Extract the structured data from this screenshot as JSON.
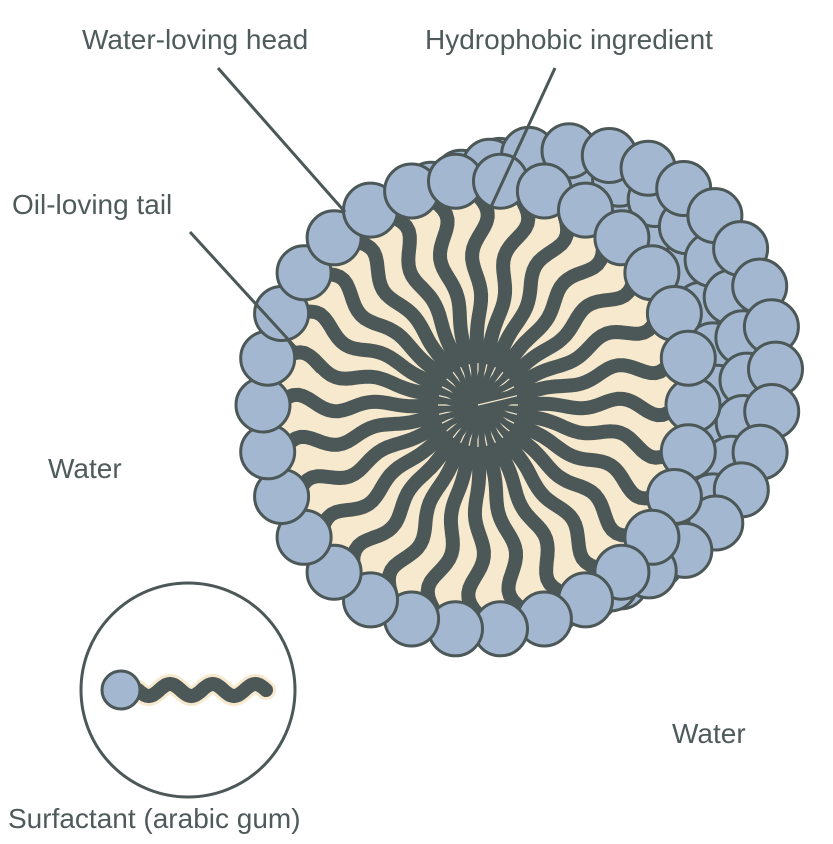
{
  "labels": {
    "water_loving_head": "Water-loving head",
    "hydrophobic_ingredient": "Hydrophobic ingredient",
    "oil_loving_tail": "Oil-loving tail",
    "water_left": "Water",
    "water_right": "Water",
    "surfactant": "Surfactant (arabic gum)"
  },
  "colors": {
    "head_fill": "#a3b8d0",
    "outline": "#4c5757",
    "tail": "#4c5757",
    "core": "#f7e9cd",
    "text": "#4f5a5a"
  }
}
